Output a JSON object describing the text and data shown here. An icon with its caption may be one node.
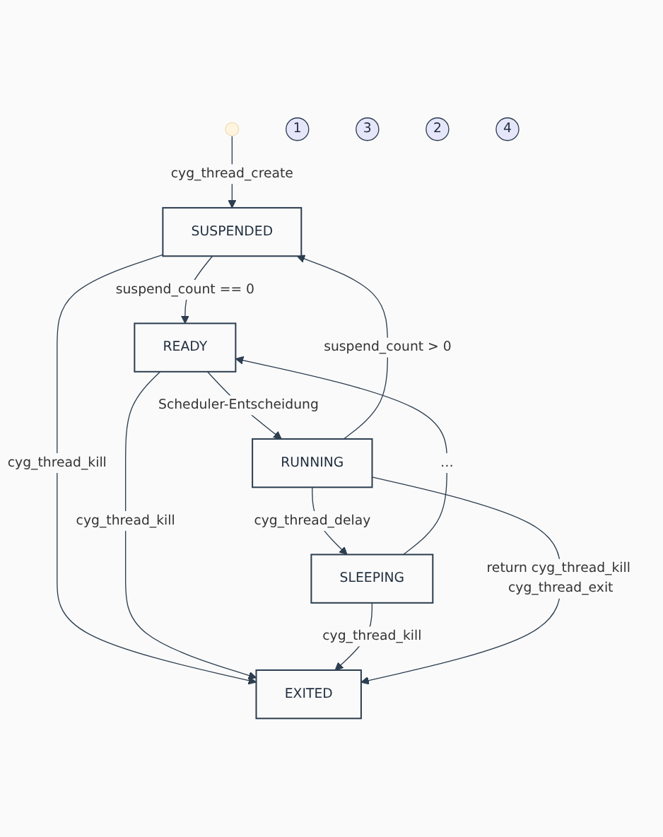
{
  "diagram": {
    "nodes": [
      {
        "text": [],
        "shape": "circle"
      },
      {
        "text": [
          "1"
        ]
      },
      {
        "text": [
          "3"
        ]
      },
      {
        "text": [
          "SUSPENDED"
        ]
      },
      {
        "text": [
          "2"
        ]
      },
      {
        "text": [
          "READY"
        ]
      },
      {
        "text": [
          "RUNNING"
        ]
      },
      {
        "text": [
          "4"
        ]
      },
      {
        "text": [
          "SLEEPING"
        ]
      },
      {
        "text": [
          "EXITED"
        ]
      }
    ],
    "edges": [
      {
        "from": 0,
        "to": 3,
        "arrow": "to",
        "label": "cyg_thread_create"
      },
      {
        "from": 3,
        "to": 5,
        "arrow": "to",
        "label": "suspend_count == 0"
      },
      {
        "from": 5,
        "to": 6,
        "arrow": "to",
        "label": "Scheduler-Entscheidung"
      },
      {
        "from": 6,
        "to": 3,
        "arrow": "to",
        "label": "suspend_count > 0"
      },
      {
        "from": 3,
        "to": 9,
        "arrow": "to",
        "label": "cyg_thread_kill"
      },
      {
        "from": 5,
        "to": 9,
        "arrow": "to",
        "label": "cyg_thread_kill"
      },
      {
        "from": 6,
        "to": 8,
        "arrow": "to",
        "label": "cyg_thread_delay"
      },
      {
        "from": 8,
        "to": 5,
        "arrow": "to",
        "label": "…"
      },
      {
        "from": 8,
        "to": 9,
        "arrow": "to",
        "label": "cyg_thread_kill"
      },
      {
        "from": 6,
        "to": 9,
        "arrow": "to",
        "label": "return cyg_thread_kill cyg_thread_exit"
      }
    ]
  }
}
